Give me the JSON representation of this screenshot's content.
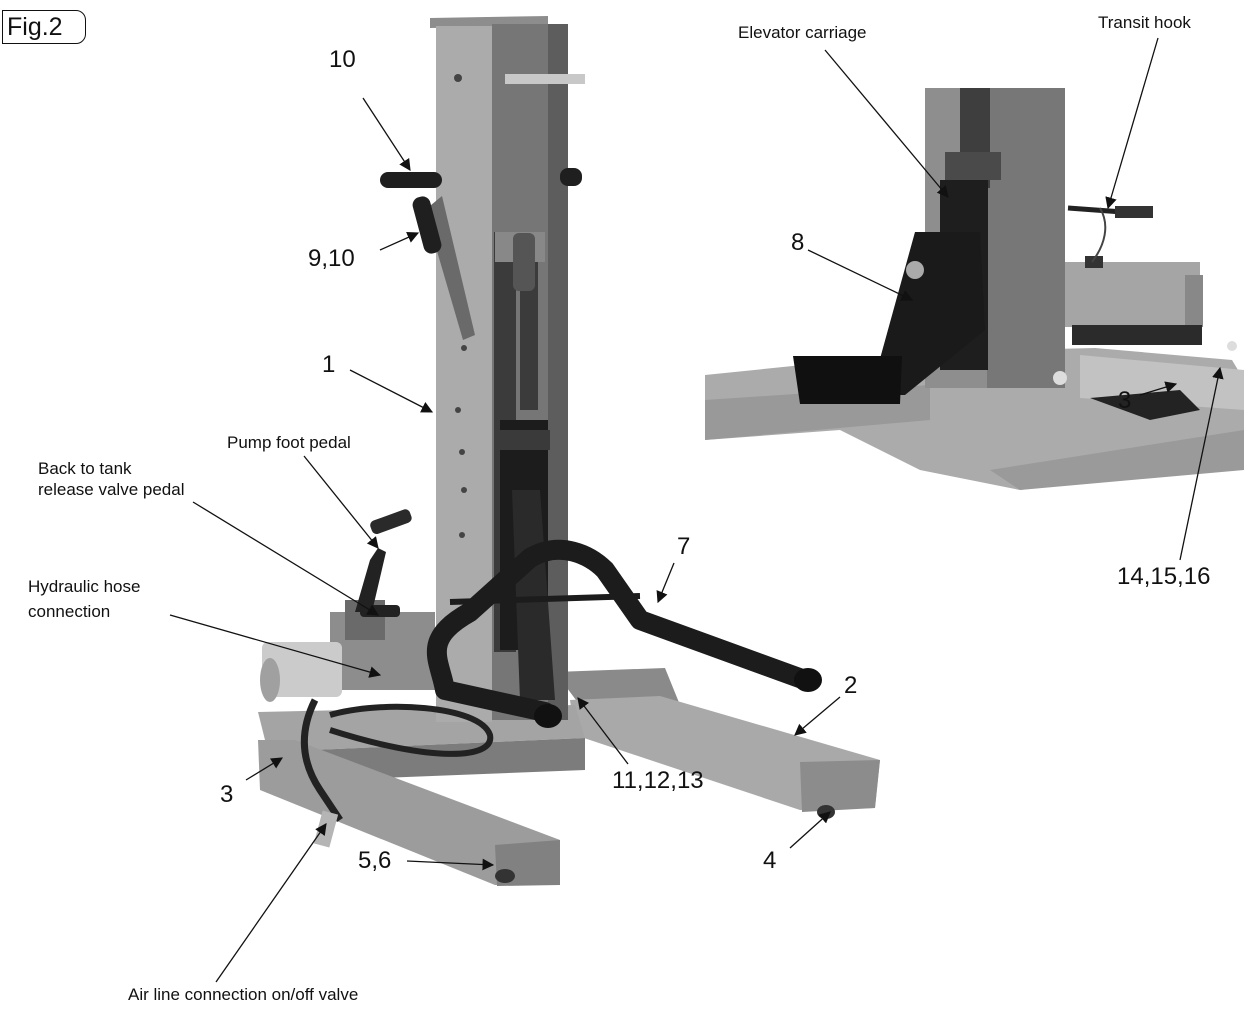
{
  "figure": {
    "tag": "Fig.2",
    "labels": {
      "elevator_carriage": "Elevator carriage",
      "transit_hook": "Transit hook",
      "pump_foot_pedal": "Pump foot pedal",
      "back_to_tank_line1": "Back to tank",
      "back_to_tank_line2": "release valve pedal",
      "hydraulic_hose_line1": "Hydraulic hose",
      "hydraulic_hose_line2": "connection",
      "air_line_valve": "Air line connection on/off valve"
    },
    "part_numbers": {
      "n10_top": "10",
      "n9_10": "9,10",
      "n1": "1",
      "n7": "7",
      "n2": "2",
      "n3_left": "3",
      "n11_12_13": "11,12,13",
      "n4": "4",
      "n5_6": "5,6",
      "n8": "8",
      "n3_right": "3",
      "n14_15_16": "14,15,16"
    }
  }
}
